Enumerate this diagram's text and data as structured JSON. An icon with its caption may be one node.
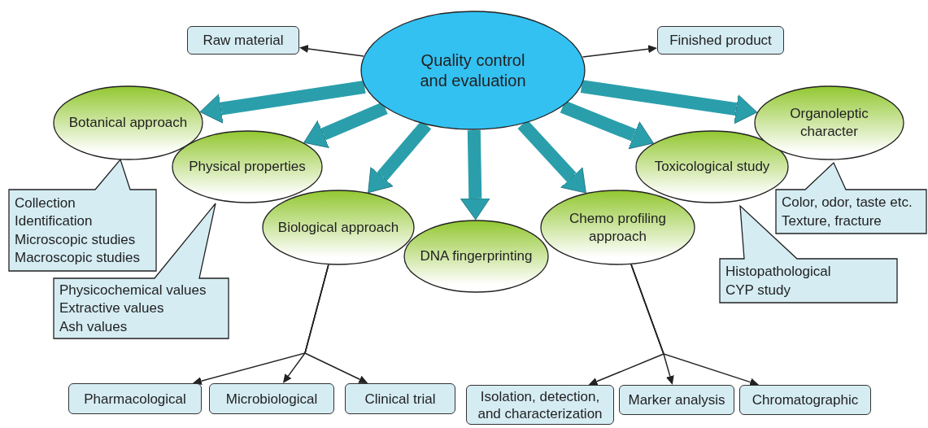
{
  "diagram": {
    "nodes": [
      {
        "text": [
          "Quality control and evaluation"
        ]
      },
      {
        "text": [
          "Raw material"
        ]
      },
      {
        "text": [
          "Finished product"
        ]
      },
      {
        "text": [
          "Botanical approach"
        ]
      },
      {
        "text": [
          "Physical properties"
        ]
      },
      {
        "text": [
          "Biological approach"
        ]
      },
      {
        "text": [
          "DNA fingerprinting"
        ]
      },
      {
        "text": [
          "Chemo profiling approach"
        ]
      },
      {
        "text": [
          "Toxicological study"
        ]
      },
      {
        "text": [
          "Organoleptic character"
        ]
      },
      {
        "text": [
          "Collection",
          "Identification",
          "Microscopic studies",
          "Macroscopic studies"
        ]
      },
      {
        "text": [
          "Physicochemical values",
          "Extractive values",
          "Ash values"
        ]
      },
      {
        "text": [
          "Color, odor, taste etc.",
          "Texture, fracture"
        ]
      },
      {
        "text": [
          "Histopathological",
          "CYP study"
        ]
      },
      {
        "text": [
          "Pharmacological"
        ]
      },
      {
        "text": [
          "Microbiological"
        ]
      },
      {
        "text": [
          "Clinical trial"
        ]
      },
      {
        "text": [
          "Isolation, detection, and characterization"
        ]
      },
      {
        "text": [
          "Marker analysis"
        ]
      },
      {
        "text": [
          "Chromatographic"
        ]
      }
    ],
    "edges": [
      {
        "from": 0,
        "to": 1,
        "arrow": "to"
      },
      {
        "from": 0,
        "to": 2,
        "arrow": "to"
      },
      {
        "from": 0,
        "to": 3,
        "arrow": "to",
        "style": "thick",
        "color": "#2a9fab"
      },
      {
        "from": 0,
        "to": 4,
        "arrow": "to",
        "style": "thick",
        "color": "#2a9fab"
      },
      {
        "from": 0,
        "to": 5,
        "arrow": "to",
        "style": "thick",
        "color": "#2a9fab"
      },
      {
        "from": 0,
        "to": 6,
        "arrow": "to",
        "style": "thick",
        "color": "#2a9fab"
      },
      {
        "from": 0,
        "to": 7,
        "arrow": "to",
        "style": "thick",
        "color": "#2a9fab"
      },
      {
        "from": 0,
        "to": 8,
        "arrow": "to",
        "style": "thick",
        "color": "#2a9fab"
      },
      {
        "from": 0,
        "to": 9,
        "arrow": "to",
        "style": "thick",
        "color": "#2a9fab"
      },
      {
        "from": 5,
        "to": 14,
        "arrow": "to"
      },
      {
        "from": 5,
        "to": 15,
        "arrow": "to"
      },
      {
        "from": 5,
        "to": 16,
        "arrow": "to"
      },
      {
        "from": 7,
        "to": 17,
        "arrow": "to"
      },
      {
        "from": 7,
        "to": 18,
        "arrow": "to"
      },
      {
        "from": 7,
        "to": 19,
        "arrow": "to"
      }
    ]
  }
}
